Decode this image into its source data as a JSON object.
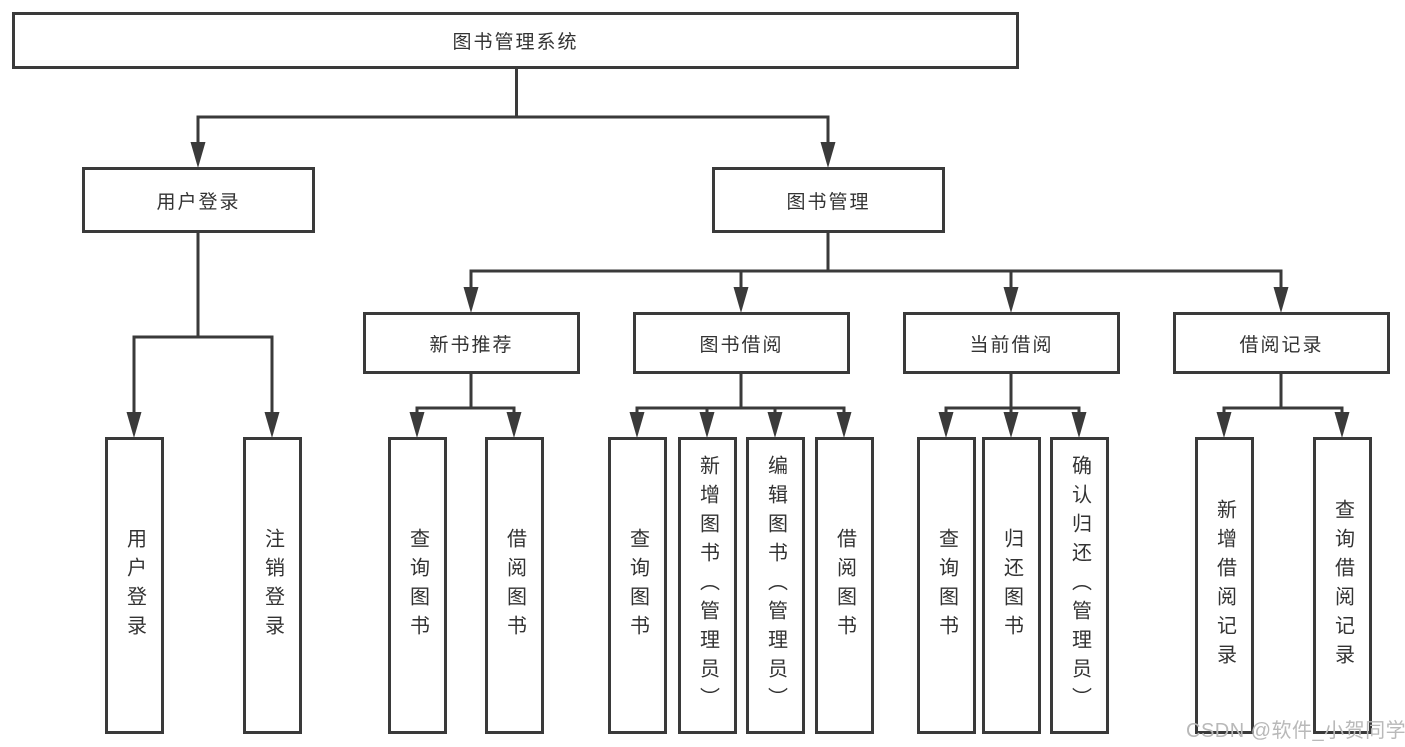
{
  "watermark": "CSDN @软件_小贺同学",
  "colors": {
    "line": "#3a3a3a",
    "box_border": "#3a3a3a",
    "text": "#333333",
    "watermark": "#b9b9b9",
    "background": "#ffffff"
  },
  "tree": {
    "root": {
      "label": "图书管理系统"
    },
    "branches": [
      {
        "label": "用户登录",
        "children": [
          {
            "label": "用户登录"
          },
          {
            "label": "注销登录"
          }
        ]
      },
      {
        "label": "图书管理",
        "children": [
          {
            "label": "新书推荐",
            "children": [
              {
                "label": "查询图书"
              },
              {
                "label": "借阅图书"
              }
            ]
          },
          {
            "label": "图书借阅",
            "children": [
              {
                "label": "查询图书"
              },
              {
                "label": "新增图书（管理员）"
              },
              {
                "label": "编辑图书（管理员）"
              },
              {
                "label": "借阅图书"
              }
            ]
          },
          {
            "label": "当前借阅",
            "children": [
              {
                "label": "查询图书"
              },
              {
                "label": "归还图书"
              },
              {
                "label": "确认归还（管理员）"
              }
            ]
          },
          {
            "label": "借阅记录",
            "children": [
              {
                "label": "新增借阅记录"
              },
              {
                "label": "查询借阅记录"
              }
            ]
          }
        ]
      }
    ]
  }
}
